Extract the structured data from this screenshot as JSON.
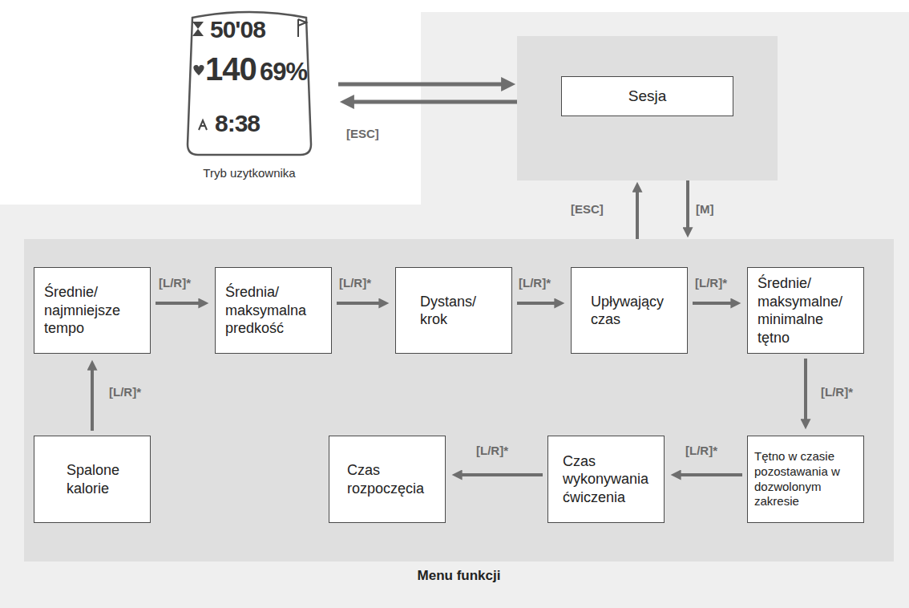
{
  "diagram": {
    "nodes": [
      {
        "text": [
          "Tryb uzytkownika"
        ]
      },
      {
        "text": [
          "Sesja"
        ]
      },
      {
        "text": [
          "Menu funkcji"
        ]
      },
      {
        "text": [
          "Średnie/ najmniejsze tempo"
        ],
        "in": 2
      },
      {
        "text": [
          "Średnia/ maksymalna predkość"
        ],
        "in": 2
      },
      {
        "text": [
          "Dystans/ krok"
        ],
        "in": 2
      },
      {
        "text": [
          "Upływający czas"
        ],
        "in": 2
      },
      {
        "text": [
          "Średnie/ maksymalne/ minimalne tętno"
        ],
        "in": 2
      },
      {
        "text": [
          "Tętno w czasie pozostawania w dozwolonym zakresie"
        ],
        "in": 2
      },
      {
        "text": [
          "Czas wykonywania ćwiczenia"
        ],
        "in": 2
      },
      {
        "text": [
          "Czas rozpoczęcia"
        ],
        "in": 2
      },
      {
        "text": [
          "Spalone kalorie"
        ],
        "in": 2
      }
    ],
    "edges": [
      {
        "from": 0,
        "to": 1,
        "arrow": "to"
      },
      {
        "from": 1,
        "to": 0,
        "label": "[ESC]",
        "arrow": "to"
      },
      {
        "from": 2,
        "to": 1,
        "label": "[ESC]",
        "arrow": "to"
      },
      {
        "from": 1,
        "to": 2,
        "label": "[M]",
        "arrow": "to"
      },
      {
        "from": 3,
        "to": 4,
        "label": "[L/R]*",
        "arrow": "to"
      },
      {
        "from": 4,
        "to": 5,
        "label": "[L/R]*",
        "arrow": "to"
      },
      {
        "from": 5,
        "to": 6,
        "label": "[L/R]*",
        "arrow": "to"
      },
      {
        "from": 6,
        "to": 7,
        "label": "[L/R]*",
        "arrow": "to"
      },
      {
        "from": 7,
        "to": 8,
        "label": "[L/R]*",
        "arrow": "to"
      },
      {
        "from": 8,
        "to": 9,
        "label": "[L/R]*",
        "arrow": "to"
      },
      {
        "from": 9,
        "to": 10,
        "label": "[L/R]*",
        "arrow": "to"
      },
      {
        "from": 11,
        "to": 3,
        "label": "[L/R]*",
        "arrow": "to"
      }
    ],
    "labels": [
      "50'08",
      "140",
      "69%",
      "8:38"
    ]
  }
}
